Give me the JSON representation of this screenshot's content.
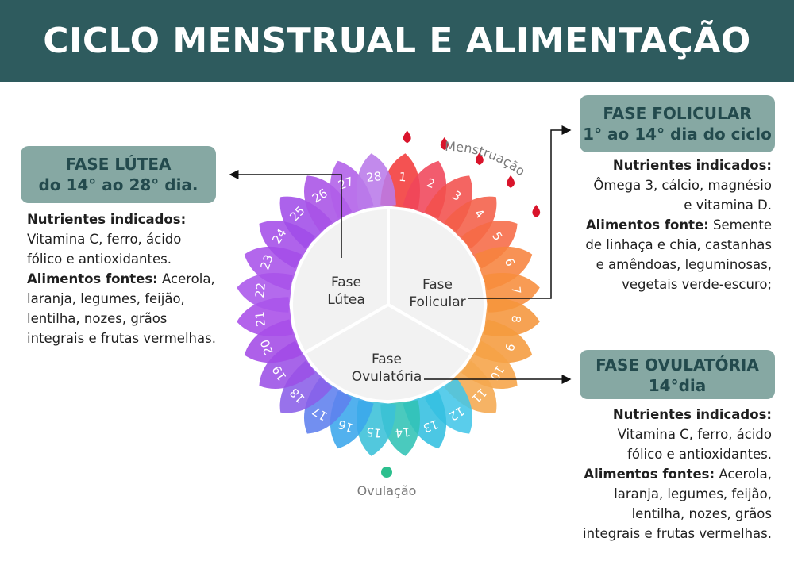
{
  "title": "CICLO MENSTRUAL E ALIMENTAÇÃO",
  "colors": {
    "header_bg": "#2e5b5e",
    "box_bg": "#86a8a3",
    "box_text": "#234a4d",
    "blood": "#d9142b",
    "ovulation_dot": "#2cbf8e"
  },
  "wheel": {
    "days": [
      "1",
      "2",
      "3",
      "4",
      "5",
      "6",
      "7",
      "8",
      "9",
      "10",
      "11",
      "12",
      "13",
      "14",
      "15",
      "16",
      "17",
      "18",
      "19",
      "20",
      "21",
      "22",
      "23",
      "24",
      "25",
      "26",
      "27",
      "28"
    ],
    "center_labels": {
      "lutea": [
        "Fase",
        "Lútea"
      ],
      "folicular": [
        "Fase",
        "Folicular"
      ],
      "ovulatoria": [
        "Fase",
        "Ovulatória"
      ]
    },
    "menstruation_label": "Menstruação",
    "ovulation_label": "Ovulação",
    "menstruation_drop_icon": "blood-drop-icon"
  },
  "lutea": {
    "box_lines": [
      "FASE LÚTEA",
      "do  14° ao 28° dia."
    ],
    "nutrients_title": "Nutrientes indicados:",
    "nutrients_lines": [
      "Vitamina C, ferro, ácido",
      "fólico e antioxidantes."
    ],
    "foods_title": "Alimentos fontes:",
    "foods_lines": [
      " Acerola,",
      "laranja, legumes, feijão,",
      "lentilha, nozes, grãos",
      "integrais e frutas vermelhas."
    ]
  },
  "folicular": {
    "box_lines": [
      "FASE FOLICULAR",
      "1° ao 14° dia do ciclo"
    ],
    "nutrients_title": "Nutrientes indicados:",
    "nutrients_lines": [
      "Ômega 3, cálcio, magnésio",
      "e vitamina D."
    ],
    "foods_title": "Alimentos fonte:",
    "foods_lines": [
      " Semente",
      "de linhaça e chia, castanhas",
      "e amêndoas, leguminosas,",
      "vegetais verde-escuro;"
    ]
  },
  "ovulatoria": {
    "box_lines": [
      "FASE OVULATÓRIA",
      "14°dia"
    ],
    "nutrients_title": "Nutrientes indicados:",
    "nutrients_lines": [
      "Vitamina C, ferro, ácido",
      "fólico e antioxidantes."
    ],
    "foods_title": "Alimentos fontes:",
    "foods_lines": [
      " Acerola,",
      "laranja, legumes, feijão,",
      "lentilha, nozes, grãos",
      "integrais e frutas vermelhas."
    ]
  }
}
